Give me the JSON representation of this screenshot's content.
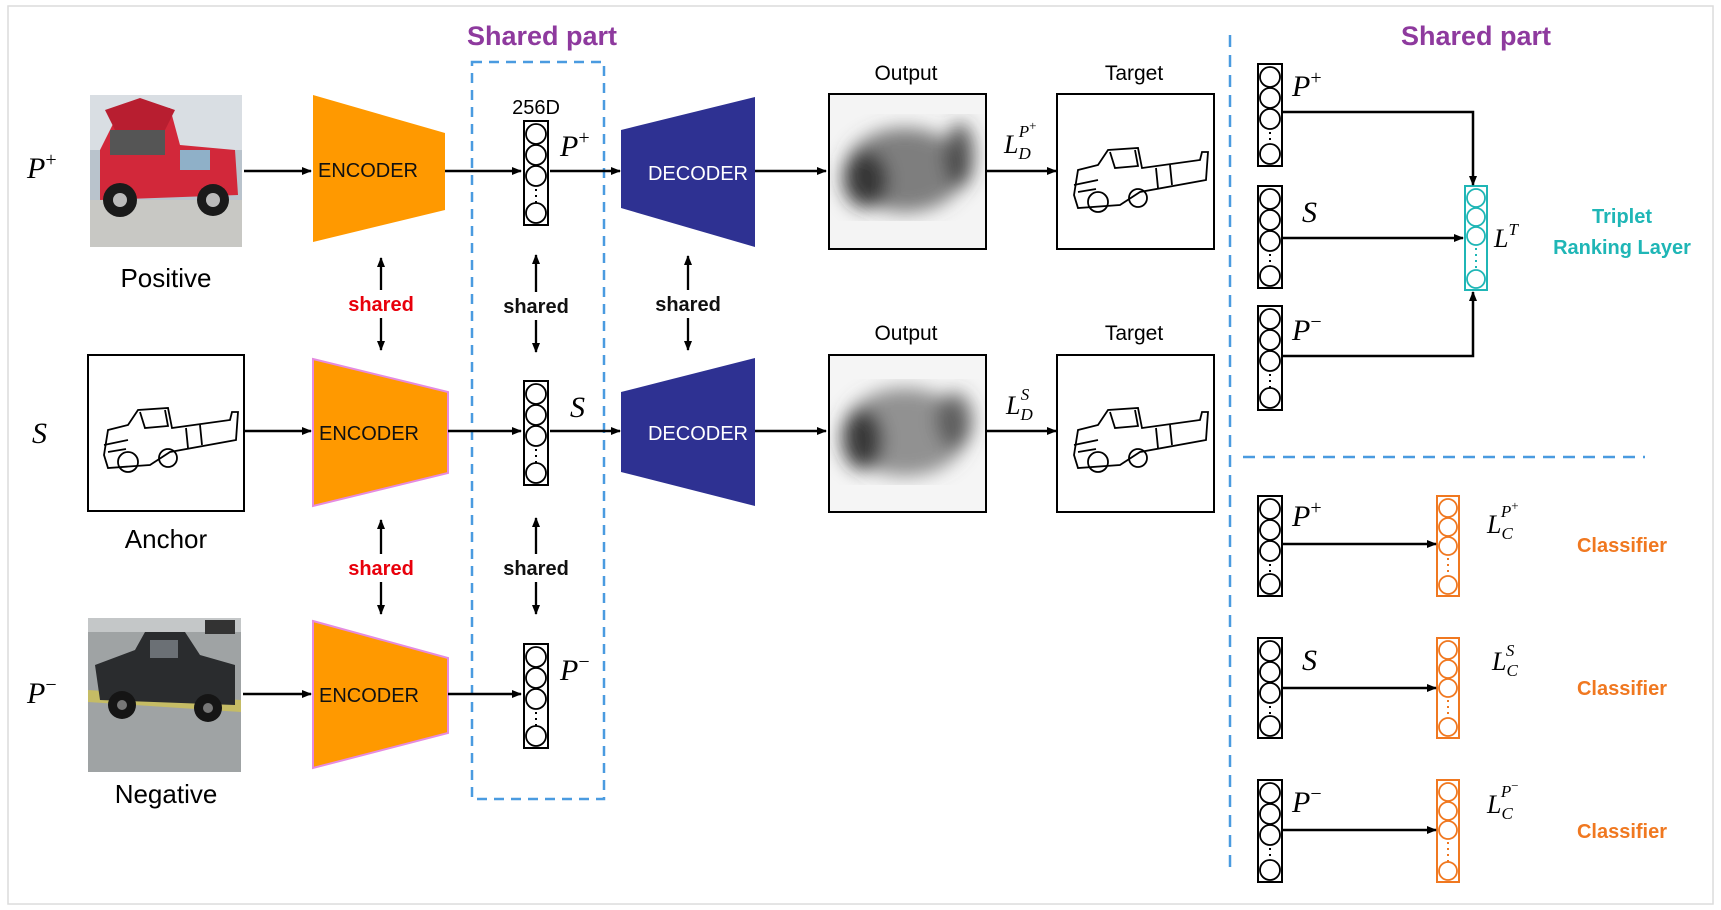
{
  "titles": {
    "shared_left": "Shared part",
    "shared_right": "Shared part"
  },
  "colors": {
    "shared_title": "#8e3a9e",
    "encoder": "#ff9900",
    "encoder_border": "#e58be0",
    "decoder": "#2e3192",
    "shared_label": "#e8000b",
    "triplet": "#1fb6b6",
    "classifier": "#f07820",
    "dashed": "#4a9be0"
  },
  "inputs": {
    "positive": {
      "symbol_base": "P",
      "symbol_sup": "+",
      "caption": "Positive"
    },
    "anchor": {
      "symbol_base": "S",
      "caption": "Anchor"
    },
    "negative": {
      "symbol_base": "P",
      "symbol_sup": "−",
      "caption": "Negative"
    }
  },
  "encoder": {
    "label": "ENCODER"
  },
  "decoder": {
    "label": "DECODER"
  },
  "shared_label": "shared",
  "feature_dim": "256D",
  "features": {
    "pos": {
      "base": "P",
      "sup": "+"
    },
    "anchor": {
      "base": "S"
    },
    "neg": {
      "base": "P",
      "sup": "−"
    }
  },
  "output_label": "Output",
  "target_label": "Target",
  "decoder_losses": {
    "pos": {
      "base": "L",
      "sub": "D",
      "sup_base": "P",
      "sup_sup": "+"
    },
    "anchor": {
      "base": "L",
      "sub": "D",
      "sup": "S"
    }
  },
  "triplet": {
    "loss_base": "L",
    "loss_sup": "T",
    "title_line1": "Triplet",
    "title_line2": "Ranking Layer",
    "inputs": [
      {
        "base": "P",
        "sup": "+"
      },
      {
        "base": "S"
      },
      {
        "base": "P",
        "sup": "−"
      }
    ]
  },
  "classifiers": [
    {
      "input_base": "P",
      "input_sup": "+",
      "loss_base": "L",
      "loss_sub": "C",
      "loss_sup_base": "P",
      "loss_sup_sup": "+",
      "label": "Classifier"
    },
    {
      "input_base": "S",
      "loss_base": "L",
      "loss_sub": "C",
      "loss_sup": "S",
      "label": "Classifier"
    },
    {
      "input_base": "P",
      "input_sup": "−",
      "loss_base": "L",
      "loss_sub": "C",
      "loss_sup_base": "P",
      "loss_sup_sup": "−",
      "label": "Classifier"
    }
  ]
}
